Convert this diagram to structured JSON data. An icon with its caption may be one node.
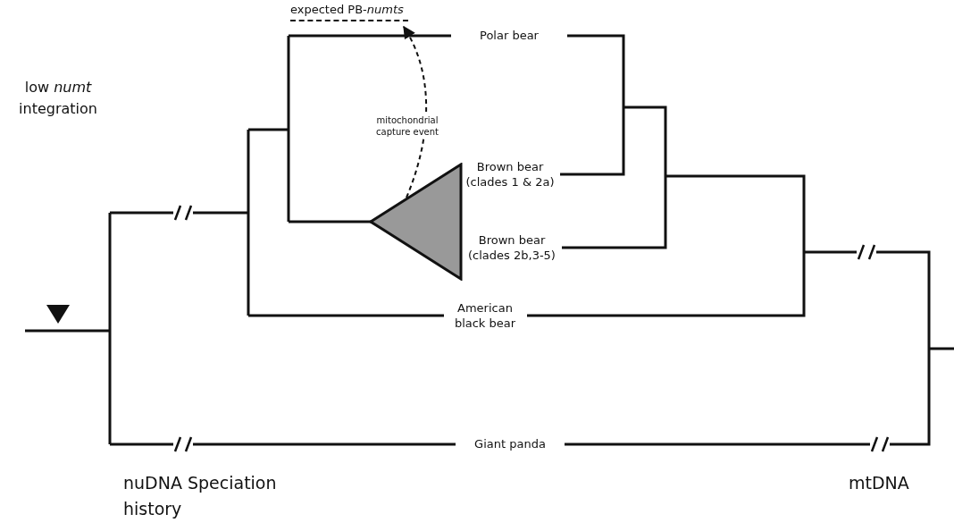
{
  "diagram": {
    "nodes": [
      {
        "text": [
          "Polar bear"
        ]
      },
      {
        "text": [
          "Brown bear (clades 1 & 2a)"
        ]
      },
      {
        "text": [
          "Brown bear (clades 2b,3-5)"
        ]
      },
      {
        "text": [
          "American black bear"
        ]
      },
      {
        "text": [
          "Giant panda"
        ]
      },
      {
        "text": [],
        "shape": "triangle"
      },
      {
        "text": [
          "expected PB-*numts*"
        ]
      }
    ],
    "edges": [
      {
        "from": 5,
        "to": 6,
        "arrow": "to",
        "style": "dashed",
        "label": "mitochondrial capture event"
      }
    ],
    "labels": [
      "low *numt* integration",
      "nuDNA Speciation history",
      "mtDNA"
    ]
  }
}
